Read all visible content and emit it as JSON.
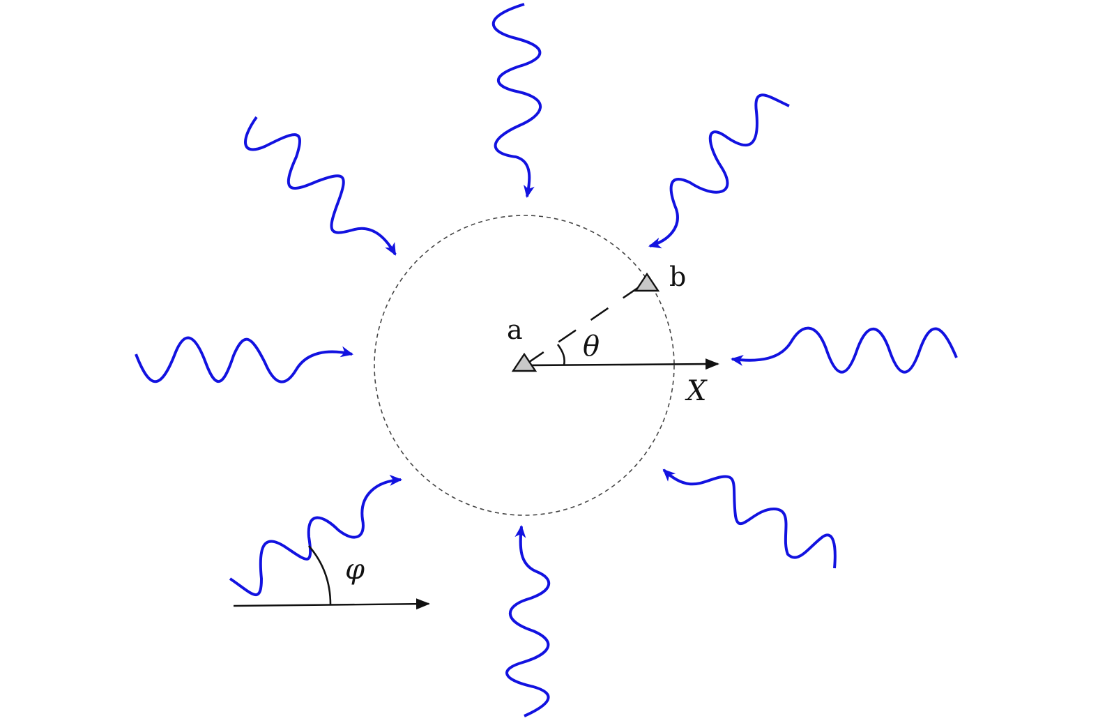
{
  "diagram": {
    "labels": {
      "sensor_a": "a",
      "sensor_b": "b",
      "theta": "θ",
      "x_axis": "X",
      "phi": "φ"
    },
    "colors": {
      "wave": "#1212e0",
      "ink": "#111111",
      "sensor_fill": "#c8c8c8",
      "circle": "#444444"
    }
  }
}
